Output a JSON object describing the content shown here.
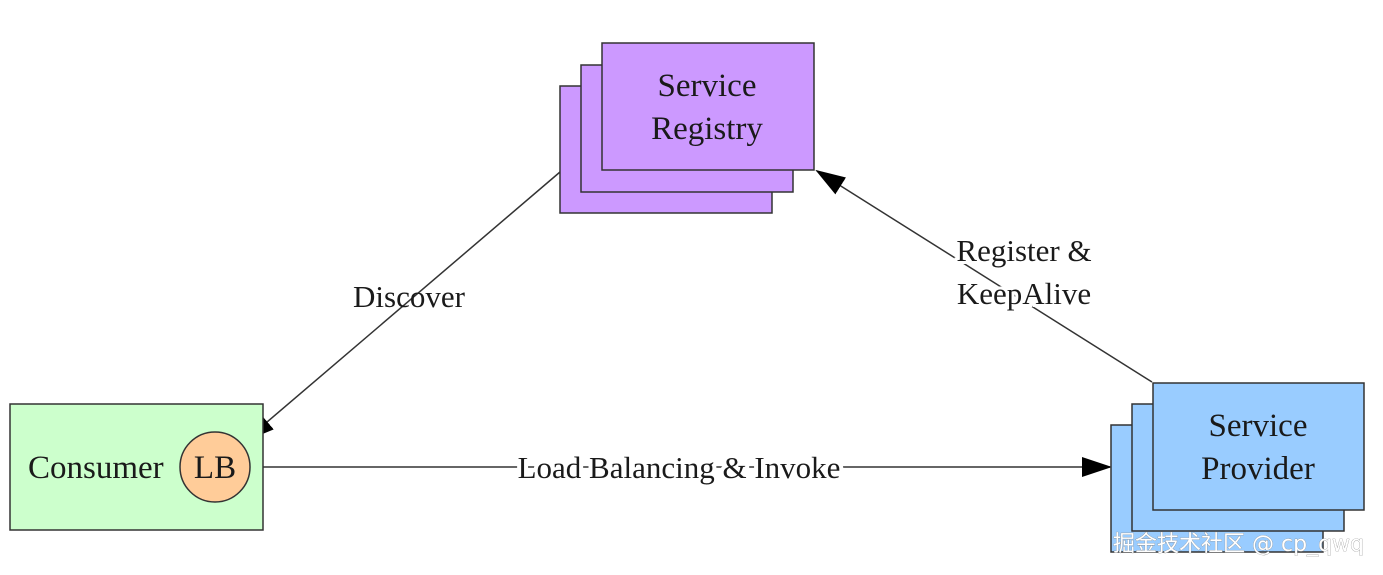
{
  "nodes": {
    "registry": {
      "label_line1": "Service",
      "label_line2": "Registry",
      "fill": "#cc99ff"
    },
    "consumer": {
      "label": "Consumer",
      "fill": "#ccffcc",
      "lb_label": "LB",
      "lb_fill": "#ffcc99"
    },
    "provider": {
      "label_line1": "Service",
      "label_line2": "Provider",
      "fill": "#99ccff"
    }
  },
  "edges": {
    "discover": {
      "label": "Discover"
    },
    "register": {
      "label_line1": "Register &",
      "label_line2": "KeepAlive"
    },
    "invoke": {
      "label": "Load Balancing & Invoke"
    }
  },
  "watermark": "掘金技术社区 @ cp_qwq",
  "colors": {
    "stroke": "#333333",
    "arrow": "#000000"
  }
}
